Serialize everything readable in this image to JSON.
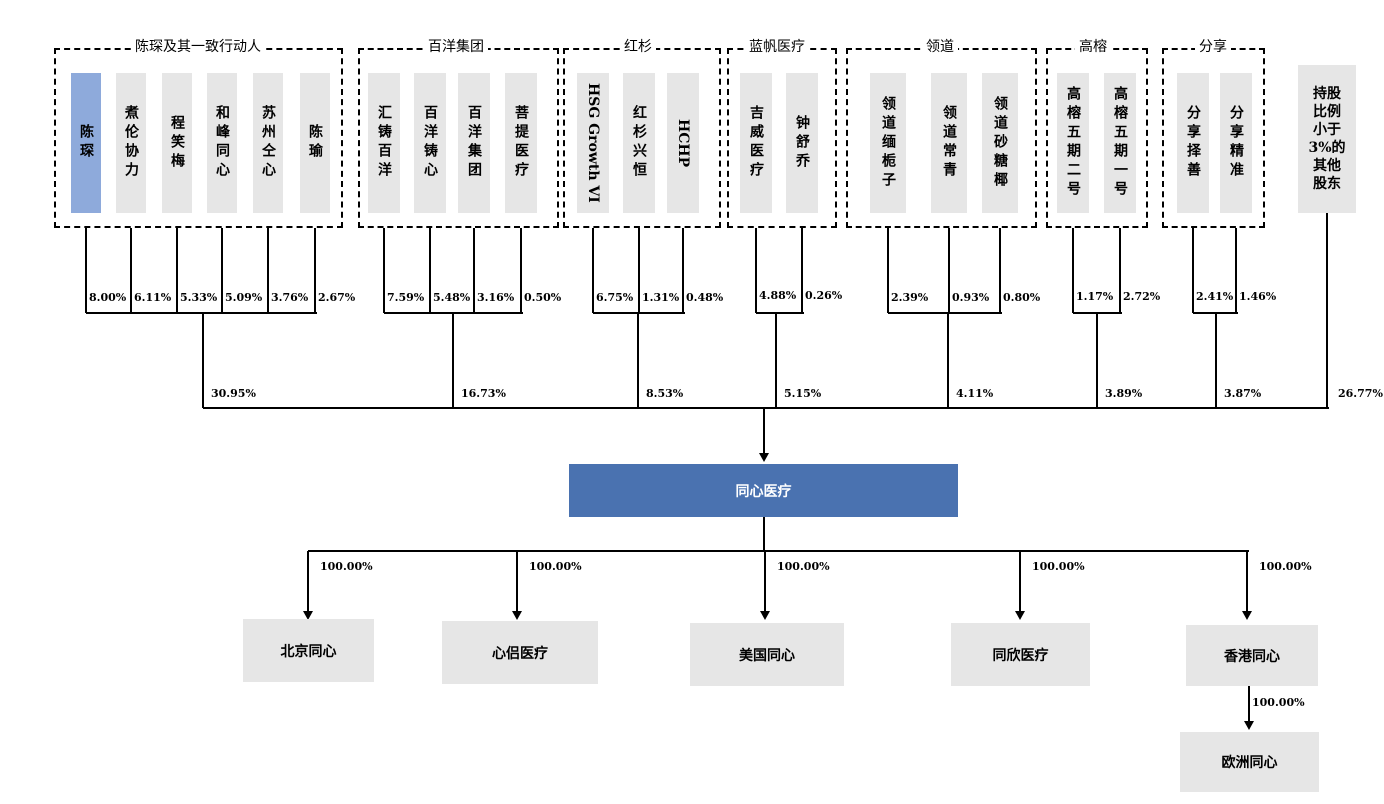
{
  "groups": [
    {
      "id": "chen",
      "title": "陈琛及其一致行动人",
      "subtotal": "30.95%",
      "members": [
        {
          "name": "陈琛",
          "pct": "8.00%",
          "highlight": true
        },
        {
          "name": "煮伦协力",
          "pct": "6.11%"
        },
        {
          "name": "程笑梅",
          "pct": "5.33%"
        },
        {
          "name": "和峰同心",
          "pct": "5.09%"
        },
        {
          "name": "苏州仝心",
          "pct": "3.76%"
        },
        {
          "name": "陈瑜",
          "pct": "2.67%"
        }
      ]
    },
    {
      "id": "baiyang",
      "title": "百洋集团",
      "subtotal": "16.73%",
      "members": [
        {
          "name": "汇铸百洋",
          "pct": "7.59%"
        },
        {
          "name": "百洋铸心",
          "pct": "5.48%"
        },
        {
          "name": "百洋集团",
          "pct": "3.16%"
        },
        {
          "name": "菩提医疗",
          "pct": "0.50%"
        }
      ]
    },
    {
      "id": "hongshan",
      "title": "红杉",
      "subtotal": "8.53%",
      "members": [
        {
          "name": "HSG Growth VI",
          "pct": "6.75%",
          "en": true
        },
        {
          "name": "红杉兴恒",
          "pct": "1.31%"
        },
        {
          "name": "HCHP",
          "pct": "0.48%",
          "en": true
        }
      ]
    },
    {
      "id": "lanfan",
      "title": "蓝帆医疗",
      "subtotal": "5.15%",
      "members": [
        {
          "name": "吉威医疗",
          "pct": "4.88%"
        },
        {
          "name": "钟舒乔",
          "pct": "0.26%"
        }
      ]
    },
    {
      "id": "lingdao",
      "title": "领道",
      "subtotal": "4.11%",
      "members": [
        {
          "name": "领道缅栀子",
          "pct": "2.39%"
        },
        {
          "name": "领道常青",
          "pct": "0.93%"
        },
        {
          "name": "领道砂糖椰",
          "pct": "0.80%"
        }
      ]
    },
    {
      "id": "gaorong",
      "title": "高榕",
      "subtotal": "3.89%",
      "members": [
        {
          "name": "高榕五期二号",
          "pct": "1.17%"
        },
        {
          "name": "高榕五期一号",
          "pct": "2.72%"
        }
      ]
    },
    {
      "id": "fenxiang",
      "title": "分享",
      "subtotal": "3.87%",
      "members": [
        {
          "name": "分享择善",
          "pct": "2.41%"
        },
        {
          "name": "分享精准",
          "pct": "1.46%"
        }
      ]
    }
  ],
  "others": {
    "name": "持股比例小于3%的其他股东",
    "subtotal": "26.77%"
  },
  "company": {
    "name": "同心医疗"
  },
  "subsidiaries": [
    {
      "name": "北京同心",
      "pct": "100.00%"
    },
    {
      "name": "心侣医疗",
      "pct": "100.00%"
    },
    {
      "name": "美国同心",
      "pct": "100.00%"
    },
    {
      "name": "同欣医疗",
      "pct": "100.00%"
    },
    {
      "name": "香港同心",
      "pct": "100.00%"
    }
  ],
  "second_level": {
    "name": "欧洲同心",
    "pct": "100.00%",
    "parent": "香港同心"
  },
  "colors": {
    "highlight": "#8eaadb",
    "company": "#4a72b0",
    "box": "#e6e6e6"
  }
}
